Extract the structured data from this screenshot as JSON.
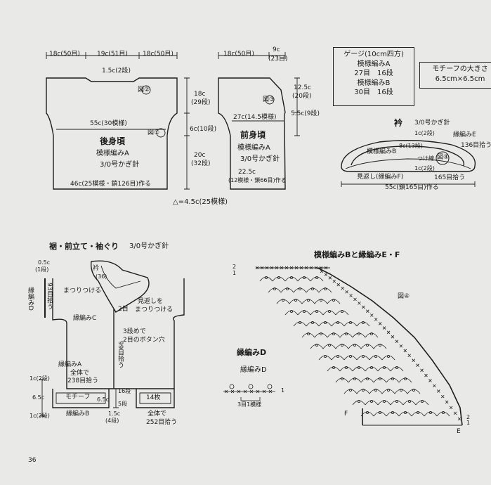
{
  "page_number": "36",
  "gauge": {
    "title": "ゲージ(10cm四方)",
    "pattern_a": "模様編みA",
    "pattern_a_values": "27目　16段",
    "pattern_b": "模様編みB",
    "pattern_b_values": "30目　16段"
  },
  "motif_size": {
    "label": "モチーフの大きさ",
    "value": "6.5cm×6.5cm"
  },
  "back": {
    "top_left": "18c(50目)",
    "top_mid": "19c(51目)",
    "top_right": "18c(50目)",
    "neck_dip": "1.5c(2段)",
    "fig2": "図②",
    "width": "55c(30模様)",
    "fig1": "図①",
    "title": "後身頃",
    "pattern": "模様編みA",
    "hook": "3/0号かぎ針",
    "bottom": "46c(25模様・鎖126目)作る",
    "shoulder_h": "18c",
    "shoulder_rows": "(29段)",
    "arm_h": "6c(10段)",
    "body_h": "20c",
    "body_rows": "(32段)"
  },
  "front": {
    "top_left": "18c(50目)",
    "top_right": "9c",
    "top_right_rows": "(23目)",
    "fig3": "図③",
    "width": "27c(14.5模様)",
    "title": "前身頃",
    "pattern": "模様編みA",
    "hook": "3/0号かぎ針",
    "bottom_len": "22.5c",
    "bottom": "(12模様・鎖66目)作る",
    "neck_h": "12.5c",
    "neck_rows": "(20段)",
    "neck_dec": "5.5c(9段)"
  },
  "triangle_note": "△=4.5c(25模様)",
  "collar": {
    "title": "衿",
    "hook": "3/0号かぎ針",
    "edge_e": "縁編みE",
    "pick_136": "136目拾う",
    "b_label": "模様編みB",
    "b_rows": "8c(13段)",
    "fig4": "図④",
    "tsuke": "つけ線",
    "ribbon_top": "1c(2段)",
    "ribbon_bottom": "1c(2段)",
    "pick_165": "165目拾う",
    "facing": "見返し(縁編みF)",
    "width": "55c(鎖165目)作る"
  },
  "finish": {
    "title": "裾・前立て・袖ぐり",
    "hook": "3/0号かぎ針",
    "sleeve_pick_top": "0.5c",
    "sleeve_pick_top_rows": "(1段)",
    "sleeve_edge": "縁編みD",
    "pick_93": "93目拾う",
    "matsuri": "まつりつける",
    "collar_label": "衿",
    "collar_rows": "(36)",
    "facing_fold": "見返しを",
    "facing_matsuri": "まつりつける",
    "two_rows": "2目",
    "edge_c": "縁編みC",
    "three_rows": "3段めで",
    "button_hole": "2目のボタン穴",
    "pick_99": "99目拾う",
    "edge_a": "縁編みA",
    "whole": "全体で",
    "pick_238": "238目拾う",
    "left_1c_top": "1c(2段)",
    "left_65": "6.5c",
    "left_1c_bot": "1c(2段)",
    "motif": "モチーフ",
    "motif_65": "6.5c",
    "count_14": "14枚",
    "rows_16": "16段",
    "rows_5": "5段",
    "edge_b": "縁編みB",
    "bottom_15": "1.5c",
    "bottom_15_rows": "(4段)",
    "whole2": "全体で",
    "pick_252": "252目拾う"
  },
  "chart": {
    "title": "模様編みBと縁編みE・F",
    "fig4": "図④",
    "row2": "2",
    "row1": "1",
    "f_label": "F",
    "e_label": "E",
    "e_rows": "2",
    "e_rows_b": "1"
  },
  "edging_d": {
    "title": "縁編みD",
    "sub": "縁編みD",
    "repeat": "3目1模様",
    "row": "1"
  }
}
